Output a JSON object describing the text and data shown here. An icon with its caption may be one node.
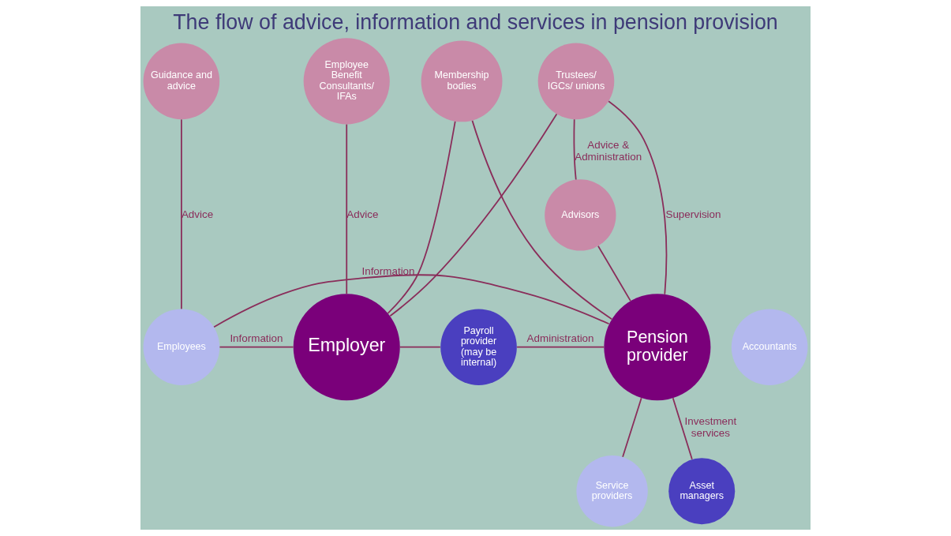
{
  "diagram": {
    "title": "The flow of advice, information and services in pension provision",
    "nodes": [
      {
        "text": [
          "Guidance and advice"
        ]
      },
      {
        "text": [
          "Employee Benefit Consultants/ IFAs"
        ]
      },
      {
        "text": [
          "Membership bodies"
        ]
      },
      {
        "text": [
          "Trustees/ IGCs/ unions"
        ]
      },
      {
        "text": [
          "Advisors"
        ]
      },
      {
        "text": [
          "Service providers"
        ]
      },
      {
        "text": [
          "Employees"
        ]
      },
      {
        "text": [
          "Employer"
        ]
      },
      {
        "text": [
          "Accountants"
        ]
      },
      {
        "text": [
          "Payroll provider (may be internal)"
        ]
      },
      {
        "text": [
          "Pension provider"
        ]
      },
      {
        "text": [
          "Asset managers"
        ]
      }
    ],
    "edges": [
      {
        "from": 0,
        "to": 6,
        "arrow": "none",
        "label": "Advice"
      },
      {
        "from": 6,
        "to": 7,
        "arrow": "none",
        "label": "Information"
      },
      {
        "from": 1,
        "to": 7,
        "arrow": "none",
        "label": "Advice"
      },
      {
        "from": 2,
        "to": 7,
        "arrow": "none"
      },
      {
        "from": 2,
        "to": 10,
        "arrow": "none"
      },
      {
        "from": 7,
        "to": 3,
        "arrow": "none"
      },
      {
        "from": 3,
        "to": 10,
        "arrow": "none",
        "label": "Supervision"
      },
      {
        "from": 3,
        "to": 4,
        "arrow": "none",
        "label": "Advice & Administration"
      },
      {
        "from": 4,
        "to": 10,
        "arrow": "none"
      },
      {
        "from": 5,
        "to": 10,
        "arrow": "none"
      },
      {
        "from": 7,
        "to": 9,
        "arrow": "none"
      },
      {
        "from": 9,
        "to": 10,
        "arrow": "none",
        "label": "Administration"
      },
      {
        "from": 10,
        "to": 11,
        "arrow": "none",
        "label": "Investment services"
      },
      {
        "from": 6,
        "to": 10,
        "arrow": "none",
        "label": "Information"
      }
    ]
  }
}
